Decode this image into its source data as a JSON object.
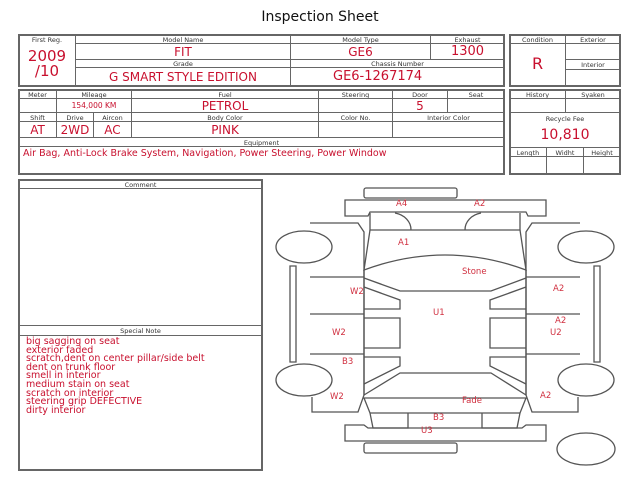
{
  "title": "Inspection Sheet",
  "vehicle": {
    "first_reg_label": "First Reg.",
    "first_reg_year": "2009",
    "first_reg_month": "/10",
    "model_name_label": "Model Name",
    "model_name": "FIT",
    "model_type_label": "Model Type",
    "model_type": "GE6",
    "exhaust_label": "Exhaust",
    "exhaust": "1300",
    "grade_label": "Grade",
    "grade": "G SMART STYLE EDITION",
    "chassis_label": "Chassis Number",
    "chassis": "GE6-1267174",
    "meter_label": "Meter",
    "mileage_label": "Mileage",
    "mileage": "154,000 KM",
    "fuel_label": "Fuel",
    "fuel": "PETROL",
    "steering_label": "Steering",
    "door_label": "Door",
    "door": "5",
    "seat_label": "Seat",
    "shift_label": "Shift",
    "shift": "AT",
    "drive_label": "Drive",
    "drive": "2WD",
    "aircon_label": "Aircon",
    "aircon": "AC",
    "body_color_label": "Body Color",
    "body_color": "PINK",
    "color_no_label": "Color No.",
    "interior_color_label": "Interior Color",
    "equipment_label": "Equipment",
    "equipment": "Air Bag, Anti-Lock Brake System, Navigation, Power Steering, Power Window"
  },
  "condition": {
    "condition_label": "Condition",
    "condition": "R",
    "exterior_label": "Exterior",
    "interior_label": "Interior",
    "history_label": "History",
    "syaken_label": "Syaken",
    "recycle_fee_label": "Recycle Fee",
    "recycle_fee": "10,810",
    "length_label": "Length",
    "width_label": "Widht",
    "height_label": "Height"
  },
  "comment_label": "Comment",
  "special_note_label": "Special Note",
  "special_notes": [
    "big sagging on seat",
    "exterior faded",
    "scratch,dent on center pillar/side belt",
    "dent on trunk floor",
    "smell in interior",
    "medium stain on seat",
    "scratch on interior",
    "steering grip DEFECTIVE",
    "dirty interior"
  ],
  "damage_marks": [
    "A4",
    "A2",
    "A1",
    "Stone",
    "W2",
    "A2",
    "U1",
    "W2",
    "A2",
    "U2",
    "B3",
    "W2",
    "Fade",
    "A2",
    "B3",
    "U3"
  ],
  "colors": {
    "value": "#c8102e",
    "line": "#666666"
  }
}
